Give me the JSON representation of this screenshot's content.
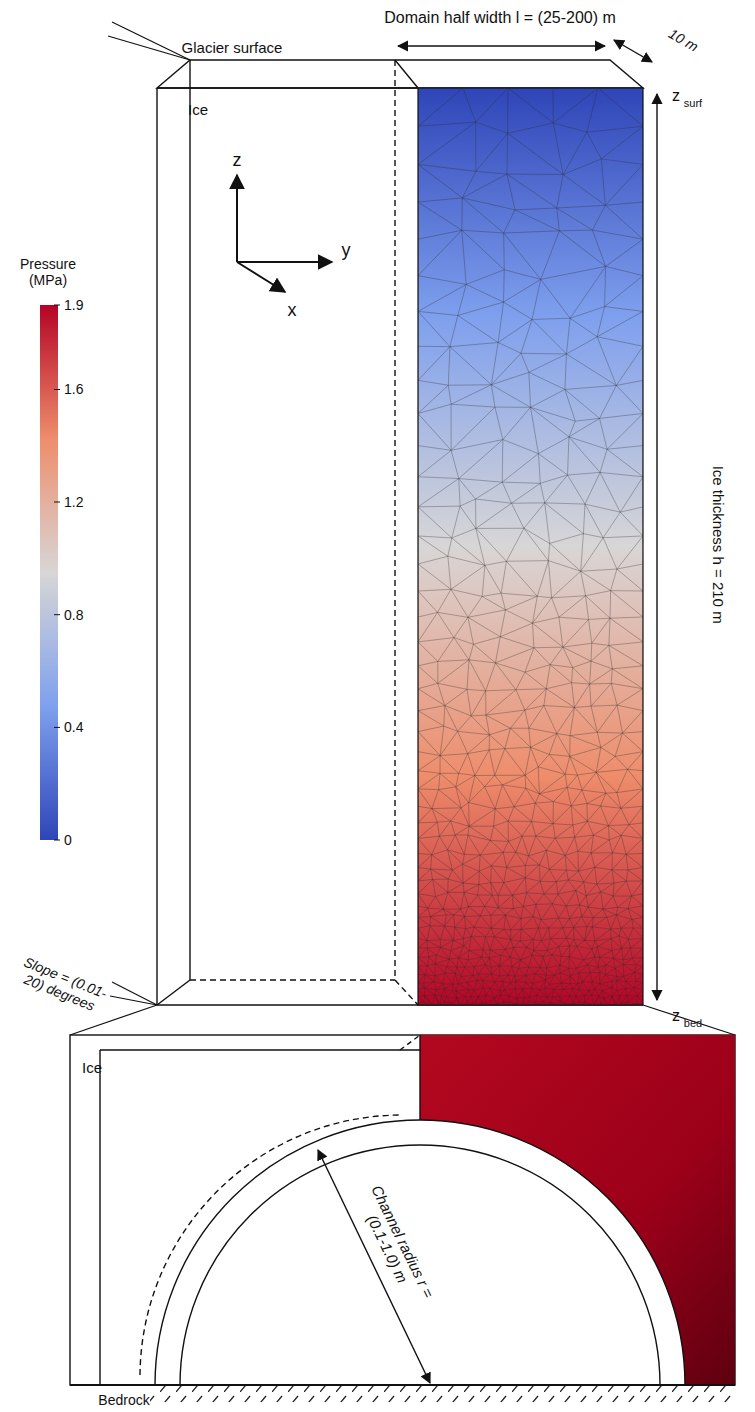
{
  "diagram": {
    "labels": [
      "Domain half width l = (25-200) m",
      "10 m",
      "Glacier surface",
      "Ice",
      "z",
      "surf",
      "Pressure (MPa)",
      "1.9",
      "1.6",
      "1.2",
      "0.8",
      "0.4",
      "0",
      "z",
      "y",
      "x",
      "Ice thickness h = 210 m",
      "Slope = (0.01- 20) degrees",
      "z",
      "bed",
      "Ice",
      "Channel radius r = (0.1-1.0) m",
      "Bedrock"
    ]
  }
}
